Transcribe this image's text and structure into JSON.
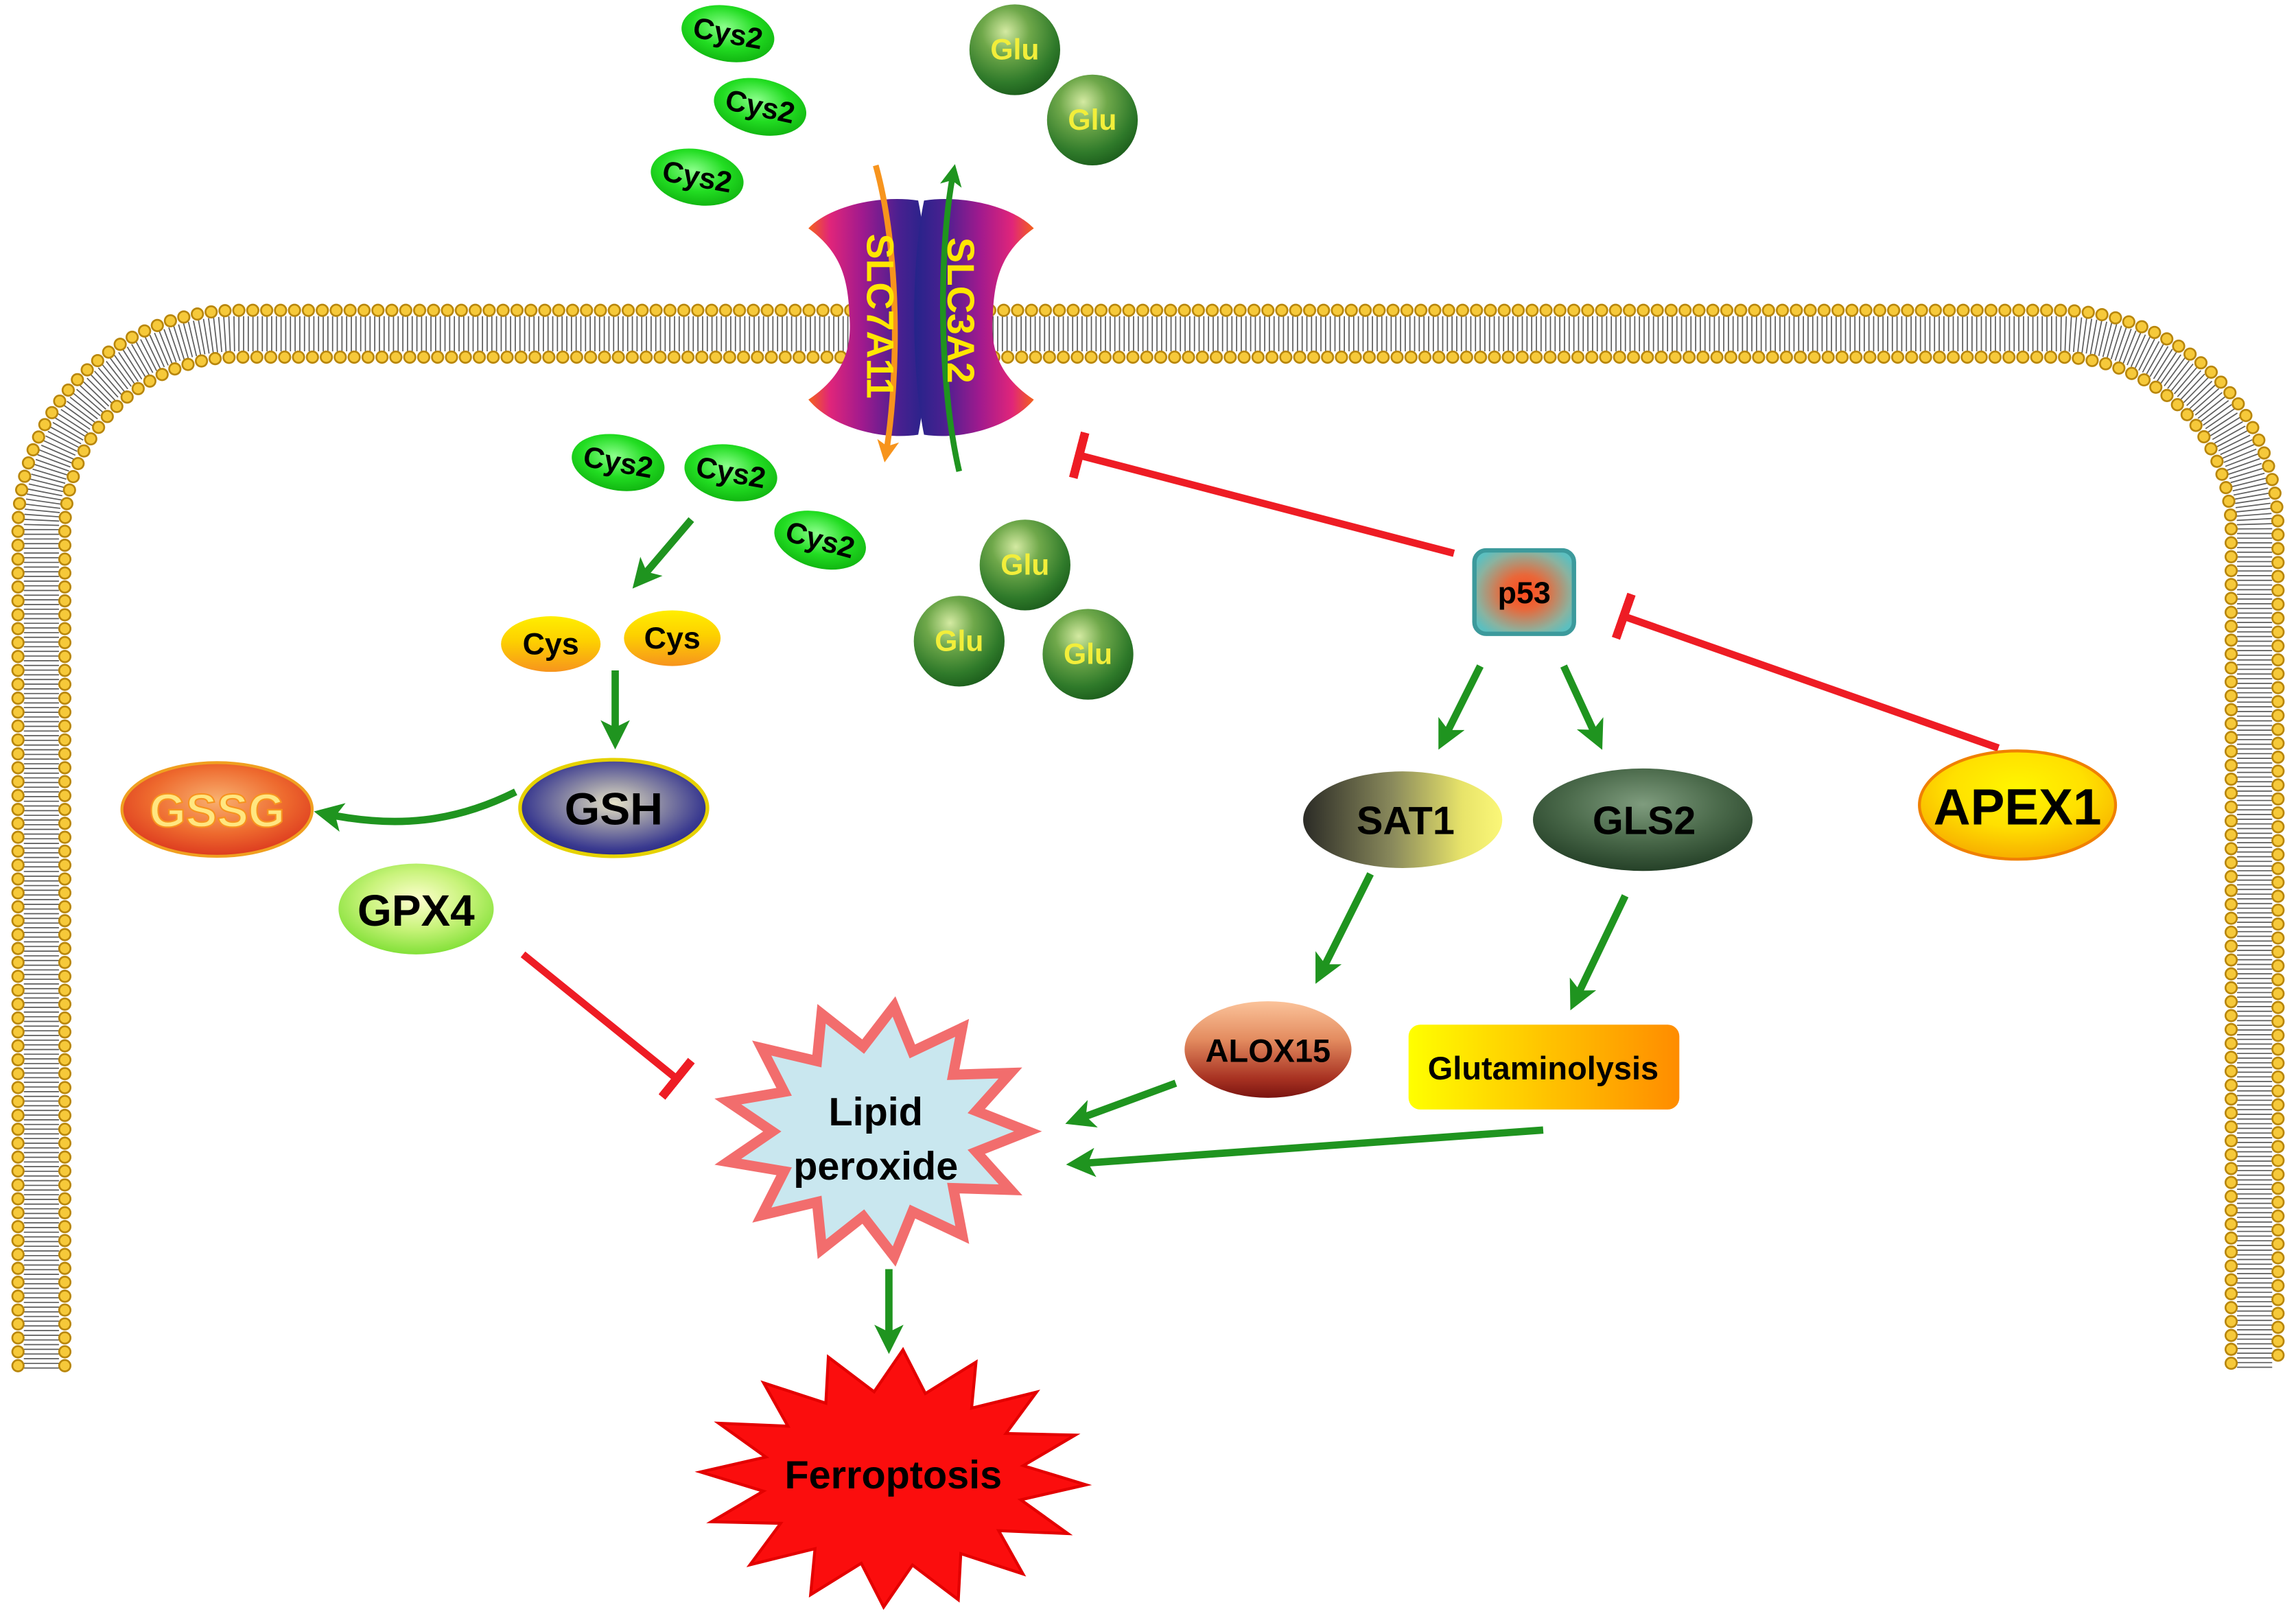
{
  "transporter": {
    "slc7a11": "SLC7A11",
    "slc3a2": "SLC3A2"
  },
  "extracellular": {
    "cystine": [
      "Cys2",
      "Cys2",
      "Cys2"
    ],
    "glutamate": [
      "Glu",
      "Glu"
    ]
  },
  "intracellular": {
    "cystine": [
      "Cys2",
      "Cys2",
      "Cys2"
    ],
    "glutamate": [
      "Glu",
      "Glu",
      "Glu"
    ],
    "cysteine": [
      "Cys",
      "Cys"
    ],
    "gsh": "GSH",
    "gssg": "GSSG",
    "gpx4": "GPX4",
    "p53": "p53",
    "apex1": "APEX1",
    "sat1": "SAT1",
    "gls2": "GLS2",
    "alox15": "ALOX15",
    "glutaminolysis": "Glutaminolysis",
    "lipid_peroxide": [
      "Lipid",
      "peroxide"
    ],
    "ferroptosis": "Ferroptosis"
  },
  "colors": {
    "activation_arrow": "#1f941f",
    "inhibition_line": "#ee1c24",
    "cystine_transport_arrow": "#f7941d",
    "membrane_head": "#f6c93a",
    "cystine": "#22dd22",
    "glutamate": "#2f7a2a",
    "lipid_peroxide": "#c9e7ef",
    "ferroptosis": "#fb0d0d"
  }
}
